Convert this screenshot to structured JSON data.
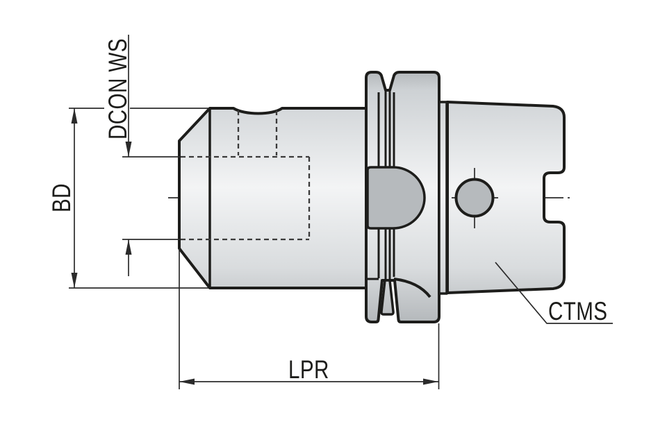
{
  "drawing": {
    "type": "technical-drawing",
    "subject": "tool-holder-side-view",
    "labels": {
      "dcon_ws": "DCON WS",
      "bd": "BD",
      "lpr": "LPR",
      "ctms": "CTMS"
    },
    "colors": {
      "background": "#ffffff",
      "outline": "#1d1d1b",
      "dimension": "#2b2b2b",
      "hidden": "#3a3a3a",
      "fill_edge": "#b4b8bb",
      "fill_mid": "#cdd1d4",
      "fill_light": "#f3f4f5",
      "fill_low": "#d9dcde",
      "fill_section": "#b6babd"
    }
  }
}
